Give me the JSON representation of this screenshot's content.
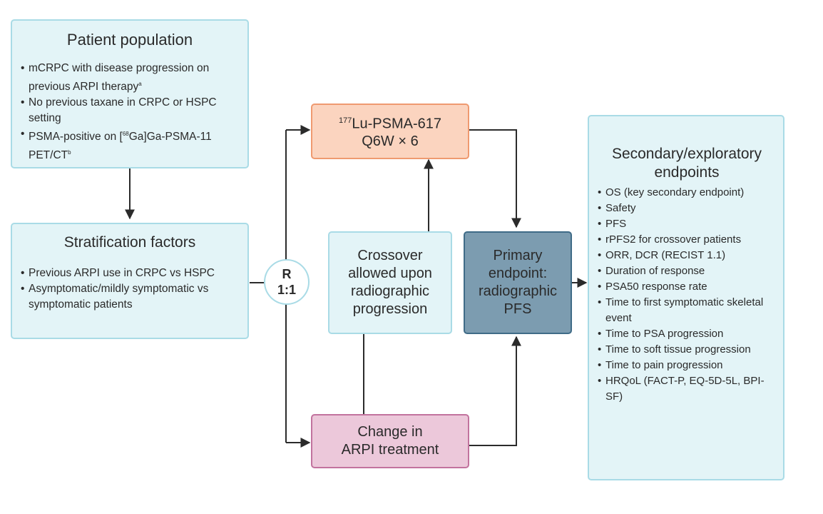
{
  "patient_population": {
    "title": "Patient population",
    "items": [
      {
        "text": "mCRPC with disease progression on previous ARPI therapy",
        "sup": "a"
      },
      {
        "text": "No previous taxane in CRPC or HSPC setting",
        "sup": ""
      },
      {
        "pre": "PSMA-positive on [",
        "sup_mid": "68",
        "post": "Ga]Ga-PSMA-11 PET/CT",
        "sup": "b"
      }
    ]
  },
  "stratification": {
    "title": "Stratification factors",
    "items": [
      "Previous ARPI use in CRPC vs HSPC",
      "Asymptomatic/mildly symptomatic vs symptomatic patients"
    ]
  },
  "randomization": {
    "line1": "R",
    "line2": "1:1"
  },
  "lu_psma": {
    "sup": "177",
    "line1": "Lu-PSMA-617",
    "line2": "Q6W × 6"
  },
  "crossover": {
    "text": "Crossover allowed upon radiographic progression"
  },
  "change_arpi": {
    "line1": "Change in",
    "line2": "ARPI treatment"
  },
  "primary": {
    "line1": "Primary",
    "line2": "endpoint:",
    "line3": "radiographic",
    "line4": "PFS"
  },
  "secondary": {
    "title_line1": "Secondary/exploratory",
    "title_line2": "endpoints",
    "items": [
      "OS (key secondary endpoint)",
      "Safety",
      "PFS",
      "rPFS2 for crossover patients",
      "ORR, DCR (RECIST 1.1)",
      "Duration of response",
      "PSA50 response rate",
      "Time to first symptomatic skeletal event",
      "Time to PSA progression",
      "Time to soft tissue progression",
      "Time to pain progression",
      "HRQoL (FACT-P, EQ-5D-5L, BPI-SF)"
    ]
  },
  "colors": {
    "light_box": "#e3f4f7",
    "light_border": "#a9dbe6",
    "lu_box": "#fbd4bf",
    "lu_border": "#ef9a70",
    "change_box": "#ecc8da",
    "change_border": "#c2739e",
    "primary_box": "#7c9cb0",
    "primary_border": "#3f6b87"
  }
}
